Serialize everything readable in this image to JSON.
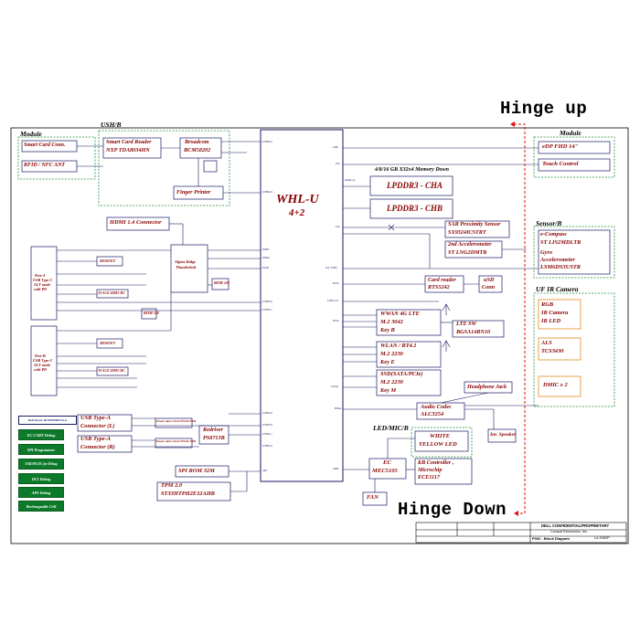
{
  "hinge": {
    "up": "Hinge up",
    "down": "Hinge Down"
  },
  "groups": {
    "module_left": "Module",
    "usb_board": "USH/B",
    "module_right": "Module",
    "sensor_board": "Sensor/B",
    "uf_ir_camera": "UF IR Camera",
    "led_mic": "LED/MIC/B"
  },
  "cpu": {
    "name": "WHL-U",
    "cores": "4+2"
  },
  "blocks": {
    "smart_card_conn": "Smart Card Conn.",
    "rfid_nfc": "RFID / NFC ANT",
    "smart_card_reader_1": "Smart Card Reader",
    "smart_card_reader_2": "NXP TDA8034HN",
    "broadcom_1": "Broadcom",
    "broadcom_2": "BCM58202",
    "finger_printer": "Finger Printer",
    "hdmi": "HDMI 1.4 Connector",
    "alpine_ridge_1": "Alpine Ridge",
    "alpine_ridge_2": "Thunderbolt",
    "rom": "ROM 1M",
    "rom_b": "ROM 1M",
    "edp": "eDP FHD 14\"",
    "touch_control": "Touch Control",
    "memory_title": "4/8/16 GB X32x4 Memory Down",
    "lpddr_a": "LPDDR3 - CHA",
    "lpddr_b": "LPDDR3 - CHB",
    "sar_1": "SAR Proximity Sensor",
    "sar_2": "SX9324ICSTRT",
    "accel2_1": "2nd Accelerometer",
    "accel2_2": "ST LNG2DMTR",
    "card_reader_1": "Card reader",
    "card_reader_2": "RTS5242",
    "usd_1": "uSD",
    "usd_2": "Conn",
    "wwan_1": "WWAN 4G LTE",
    "wwan_2": "M.2 3042",
    "wwan_3": "Key B",
    "lte_sw_1": "LTE SW",
    "lte_sw_2": "BGSA14RN10",
    "wlan_1": "WLAN / BT4.1",
    "wlan_2": "M.2 2230",
    "wlan_3": "Key E",
    "ssd_1": "SSD(SATA/PCIe)",
    "ssd_2": "M.2 2230",
    "ssd_3": "Key M",
    "headphone": "Headphone Jack",
    "audio_codec_1": "Audio Codec",
    "audio_codec_2": "ALC3254",
    "int_speaker": "Int. Speaker",
    "usb_a_l_1": "USB Type-A",
    "usb_a_l_2": "Connector (L)",
    "usb_a_r_1": "USB Type-A",
    "usb_a_r_2": "Connector (R)",
    "redriver_1": "Redriver",
    "redriver_2": "PS8713B",
    "spi_rom": "SPI ROM 32M",
    "tpm_1": "TPM 2.0",
    "tpm_2": "ST33HTPH2E32AHB",
    "white_led_1": "WHITE",
    "white_led_2": "YELLOW LED",
    "ec_1": "EC",
    "ec_2": "MEC5105",
    "kb_1": "KB Controller ,",
    "kb_2": "Microchip",
    "kb_3": "ECE1117",
    "fan": "FAN",
    "ecompass_1": "e-Compass",
    "ecompass_2": "ST LIS2MDLTR",
    "gyro_1": "Gyro",
    "gyro_2": "Accelerometer",
    "gyro_3": "LSM6DS3USTR",
    "rgb_1": "RGB",
    "rgb_2": "IR Camera",
    "rgb_3": "IR LED",
    "als_1": "ALS",
    "als_2": "TCS3430",
    "dmic": "DMIC x 2",
    "portA_1": "Port-A",
    "portA_2": "USB Type-C",
    "portA_3": "ALT mode",
    "portA_4": "with PD",
    "portB_1": "Port-B",
    "portB_2": "USB Type-C",
    "portB_3": "ALT mode",
    "portB_4": "with PD",
    "mosfet": "MOSFET",
    "ti_ace": "TI-ACE 65982-DC",
    "power_share_l": "Power share SLGC55544CVTR",
    "power_share_r": "Power share SLGC55544CVTR"
  },
  "green_buttons": [
    "Dell Sensor BCM58NR0VD-G",
    "EC CART Debug",
    "SPI Programmer",
    "USB PD I2C for Debug",
    "DCI Debug",
    "APS Debug",
    "Rechargeable Cell"
  ],
  "cpu_ports_left": [
    "USB2.0",
    "USB2.0",
    "DDI1",
    "DDI2",
    "PCIE",
    "USB3.0",
    "USB3.1",
    "USB3.0",
    "USB3.0",
    "USB3.1",
    "USB2.0",
    "SPI"
  ],
  "cpu_ports_right": [
    "eDP",
    "I2C",
    "Memory",
    "I2C",
    "I2C (SH)",
    "PCIe",
    "USB 2.0",
    "PCIe",
    "SATA",
    "HDA",
    "eSPI"
  ],
  "title_block": {
    "company_line_1": "DELL CONFIDENTIAL/PROPRIETARY",
    "company_line_2": "Compal Electronics, Inc.",
    "doc_title": "P002 - Block Diagram",
    "doc_number": "LA-G482P"
  }
}
